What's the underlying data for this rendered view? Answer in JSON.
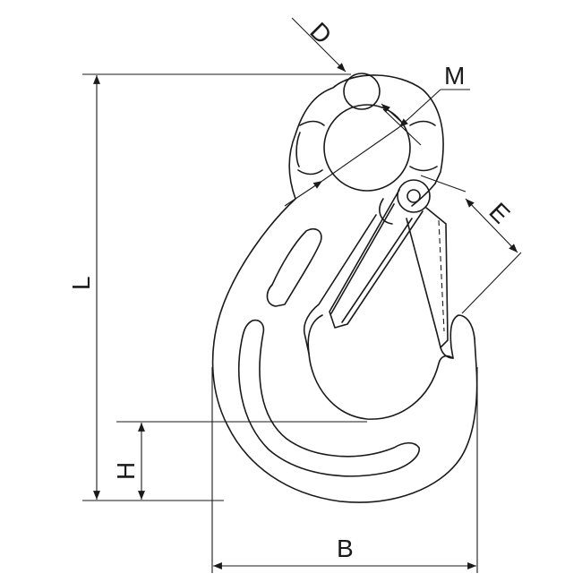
{
  "diagram": {
    "labels": {
      "D": "D",
      "M": "M",
      "E": "E",
      "L": "L",
      "H": "H",
      "B": "B"
    }
  }
}
